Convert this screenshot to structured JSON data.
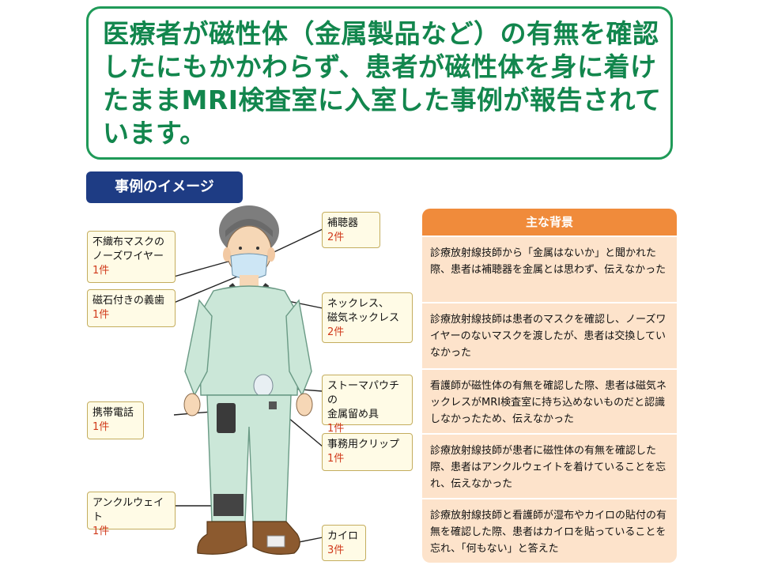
{
  "headline": "医療者が磁性体（金属製品など）の有無を確認したにもかかわらず、患者が磁性体を身に着けたままMRI検査室に入室した事例が報告されています。",
  "section_tag": "事例のイメージ",
  "labels": {
    "mask": {
      "name": "不織布マスクの\nノーズワイヤー",
      "count": "1件"
    },
    "denture": {
      "name": "磁石付きの義歯",
      "count": "1件"
    },
    "phone": {
      "name": "携帯電話",
      "count": "1件"
    },
    "ankle": {
      "name": "アンクルウェイト",
      "count": "1件"
    },
    "hearing": {
      "name": "補聴器",
      "count": "2件"
    },
    "necklace": {
      "name": "ネックレス、\n磁気ネックレス",
      "count": "2件"
    },
    "stoma": {
      "name": "ストーマパウチの\n金属留め具",
      "count": "1件"
    },
    "clip": {
      "name": "事務用クリップ",
      "count": "1件"
    },
    "kairo": {
      "name": "カイロ",
      "count": "3件"
    }
  },
  "background": {
    "title": "主な背景",
    "items": [
      "診療放射線技師から「金属はないか」と聞かれた際、患者は補聴器を金属とは思わず、伝えなかった",
      "診療放射線技師は患者のマスクを確認し、ノーズワイヤーのないマスクを渡したが、患者は交換していなかった",
      "看護師が磁性体の有無を確認した際、患者は磁気ネックレスがMRI検査室に持ち込めないものだと認識しなかったため、伝えなかった",
      "診療放射線技師が患者に磁性体の有無を確認した際、患者はアンクルウェイトを着けていることを忘れ、伝えなかった",
      "診療放射線技師と看護師が湿布やカイロの貼付の有無を確認した際、患者はカイロを貼っていることを忘れ、「何もない」と答えた"
    ]
  },
  "colors": {
    "headline_green": "#12864d",
    "tag_navy": "#1e3c84",
    "orange": "#f08b3b",
    "peach": "#fde3cb",
    "count_red": "#d03a1b",
    "gown_green": "#cbe7d8"
  }
}
